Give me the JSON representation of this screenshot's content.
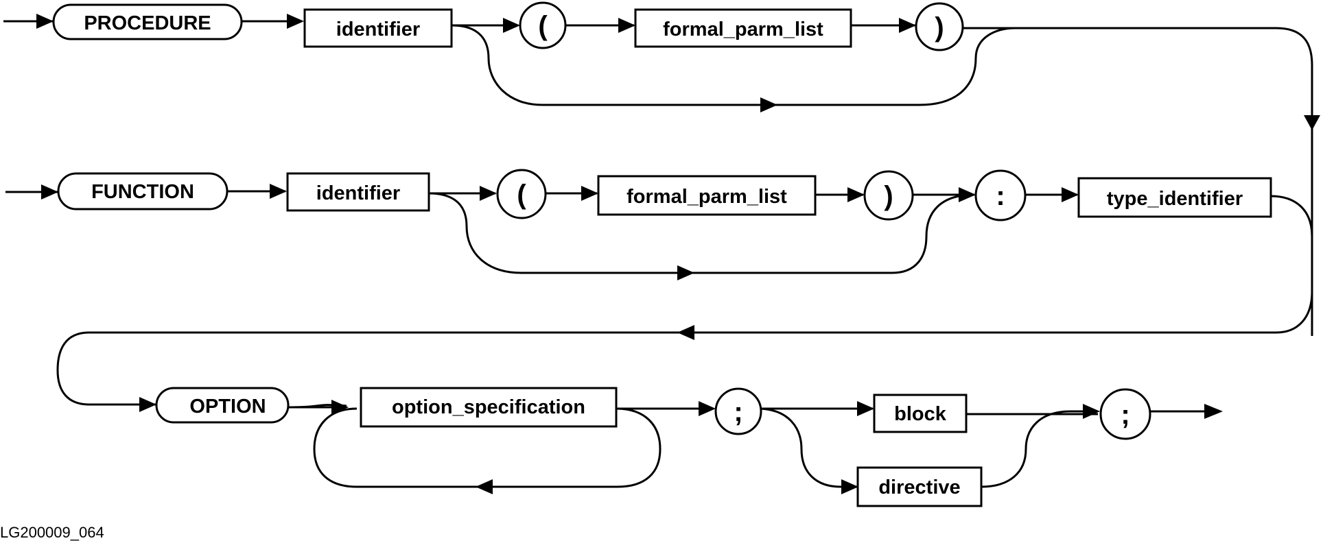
{
  "diagram": {
    "row1": {
      "keyword": "PROCEDURE",
      "identifier": "identifier",
      "open_paren": "(",
      "params": "formal_parm_list",
      "close_paren": ")"
    },
    "row2": {
      "keyword": "FUNCTION",
      "identifier": "identifier",
      "open_paren": "(",
      "params": "formal_parm_list",
      "close_paren": ")",
      "colon": ":",
      "type": "type_identifier"
    },
    "row3": {
      "keyword": "OPTION",
      "option_spec": "option_specification",
      "semicolon1": ";",
      "block": "block",
      "directive": "directive",
      "semicolon2": ";"
    },
    "figure_id": "LG200009_064"
  }
}
